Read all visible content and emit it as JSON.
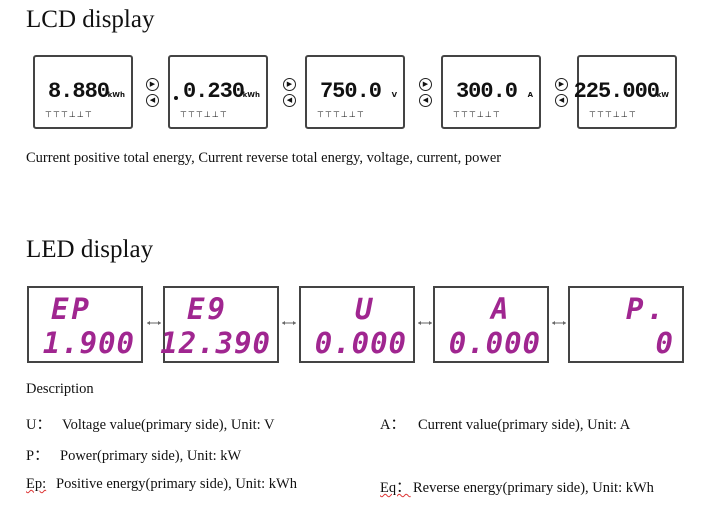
{
  "lcd": {
    "title": "LCD display",
    "panels": [
      {
        "value": "8.880",
        "unit": "kWh",
        "indicators": "⊤⊤⊤⊥⊥⊤"
      },
      {
        "value": "0.230",
        "unit": "kWh",
        "indicators": "⊤⊤⊤⊥⊥⊤"
      },
      {
        "value": "750.0",
        "unit": "V",
        "indicators": "⊤⊤⊤⊥⊥⊤"
      },
      {
        "value": "300.0",
        "unit": "A",
        "indicators": "⊤⊤⊤⊥⊥⊤"
      },
      {
        "value": "225.000",
        "unit": "kW",
        "indicators": "⊤⊤⊤⊥⊥⊤"
      }
    ],
    "caption": "Current positive total energy, Current reverse total energy, voltage, current, power"
  },
  "led": {
    "title": "LED display",
    "color": "#a02690",
    "panels": [
      {
        "top": "EP",
        "bottom": "1.900"
      },
      {
        "top": "E9",
        "bottom": "12.390"
      },
      {
        "top": "U",
        "bottom": "0.000"
      },
      {
        "top": "A",
        "bottom": "0.000"
      },
      {
        "top": "P.",
        "bottom": "0"
      }
    ]
  },
  "description": {
    "title": "Description",
    "u": {
      "symbol": "U：",
      "text": "Voltage value(primary side), Unit: V"
    },
    "a": {
      "symbol": "A：",
      "text": "Current value(primary side), Unit: A"
    },
    "p": {
      "symbol": "P：",
      "text": "Power(primary side), Unit: kW"
    },
    "ep": {
      "symbol": "Ep:",
      "text": "Positive energy(primary side), Unit: kWh"
    },
    "eq": {
      "symbol": "Eq：",
      "text": "Reverse energy(primary side), Unit: kWh"
    }
  }
}
